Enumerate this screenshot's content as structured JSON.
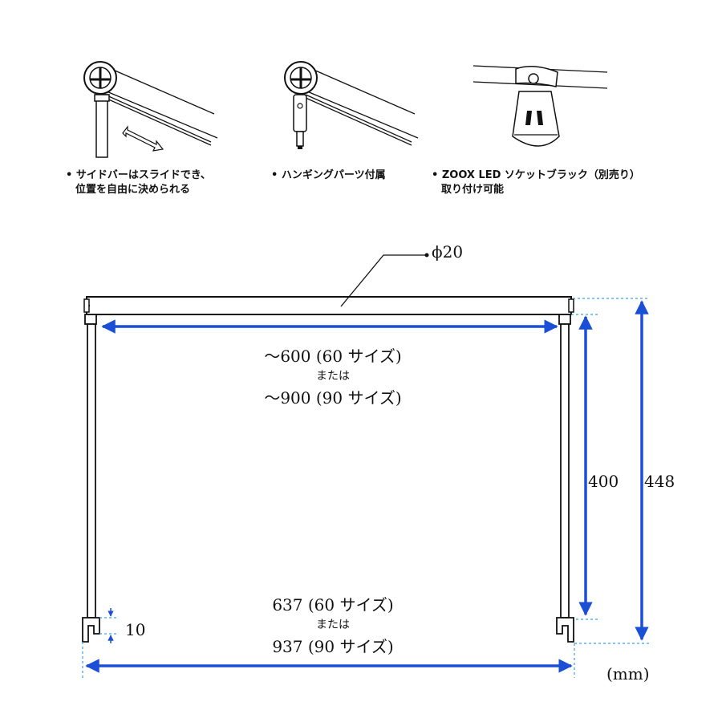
{
  "features": [
    {
      "line1": "• サイドバーはスライドでき、",
      "line2": "位置を自由に決められる",
      "icon": "sliding-side-bar"
    },
    {
      "line1": "• ハンギングパーツ付属",
      "line2": "",
      "icon": "hanging-part"
    },
    {
      "line1": "• ZOOX LED ソケットブラック（別売り）",
      "line2": "取り付け可能",
      "icon": "led-socket-clamp"
    }
  ],
  "dimensions": {
    "diameter": "ϕ20",
    "inner_width": {
      "line1": "～600 (60 サイズ)",
      "line2": "または",
      "line3": "～900 (90 サイズ)"
    },
    "inner_height": "400",
    "total_height": "448",
    "foot": "10",
    "outer_width": {
      "line1": "637 (60 サイズ)",
      "line2": "または",
      "line3": "937 (90 サイズ)"
    },
    "unit": "(mm)"
  },
  "colors": {
    "dimension_arrow": "#1a4fd6",
    "line": "#111111",
    "guide": "#3aa0e6"
  }
}
